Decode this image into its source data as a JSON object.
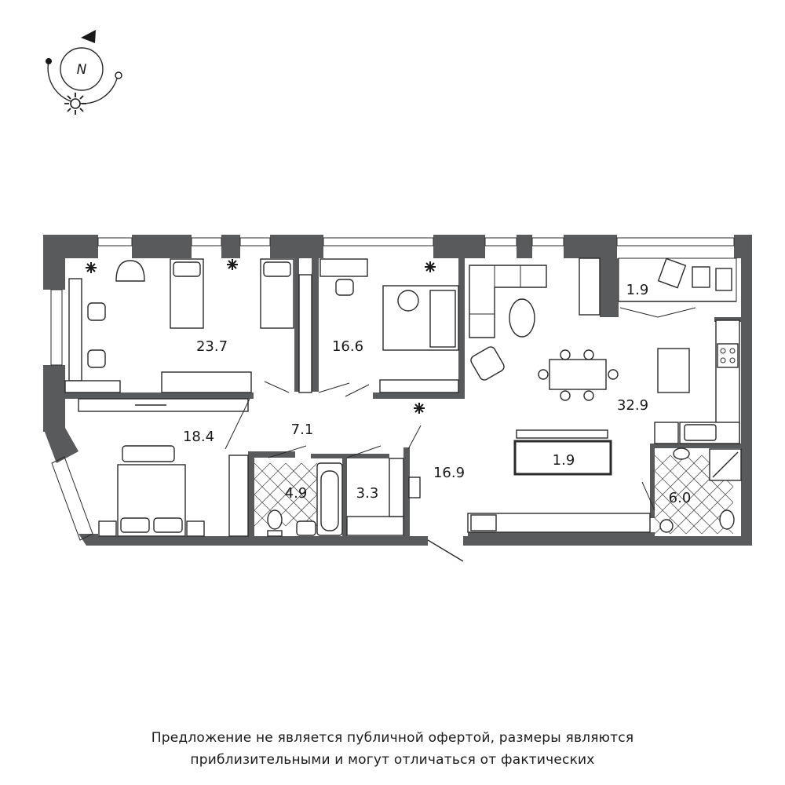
{
  "compass": {
    "letter": "N"
  },
  "rooms": [
    {
      "id": "bedroom-1",
      "area": "23.7"
    },
    {
      "id": "office",
      "area": "16.6"
    },
    {
      "id": "bedroom-2",
      "area": "18.4"
    },
    {
      "id": "hall",
      "area": "7.1"
    },
    {
      "id": "bathroom-1",
      "area": "4.9"
    },
    {
      "id": "toilet",
      "area": "3.3"
    },
    {
      "id": "corridor",
      "area": "16.9"
    },
    {
      "id": "living-kitchen",
      "area": "32.9"
    },
    {
      "id": "wardrobe",
      "area": "1.9"
    },
    {
      "id": "balcony",
      "area": "1.9"
    },
    {
      "id": "bathroom-2",
      "area": "6.0"
    }
  ],
  "disclaimer": {
    "line1": "Предложение не является публичной офертой, размеры являются",
    "line2": "приблизительными и могут отличаться от фактических"
  },
  "colors": {
    "wall": "#595a5c",
    "line": "#2a2a2a",
    "background": "#ffffff"
  }
}
